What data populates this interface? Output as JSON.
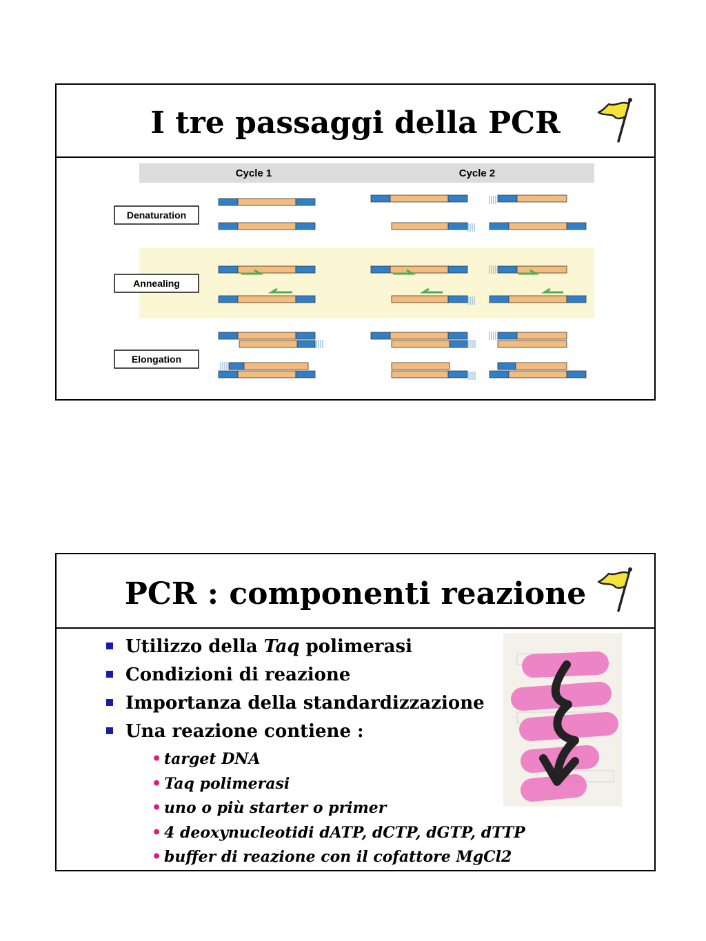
{
  "slide1": {
    "title": "I tre passaggi della PCR",
    "diagram": {
      "cycle1_label": "Cycle 1",
      "cycle2_label": "Cycle 2",
      "steps": [
        "Denaturation",
        "Annealing",
        "Elongation"
      ],
      "colors": {
        "primer_region": "#2f80c8",
        "template": "#f3bb7c",
        "primer": "#4caf50",
        "annealing_band": "#fbf6d3",
        "header_band": "#dcdcdc"
      }
    },
    "icons": [
      "flag-icon"
    ]
  },
  "slide2": {
    "title": "PCR : componenti reazione",
    "bullets": [
      {
        "before": "Utilizzo della ",
        "italic": "Taq",
        "after": " polimerasi"
      },
      {
        "before": "Condizioni di reazione",
        "italic": "",
        "after": ""
      },
      {
        "before": "Importanza della standardizzazione",
        "italic": "",
        "after": ""
      },
      {
        "before": "Una reazione contiene :",
        "italic": "",
        "after": ""
      }
    ],
    "subitems": [
      "target DNA",
      "Taq polimerasi",
      "uno o più starter o primer",
      "4 deoxynucleotidi dATP, dCTP, dGTP, dTTP",
      "buffer di reazione con il cofattore MgCl2"
    ],
    "colors": {
      "bullet_square": "#1a1aa8",
      "sub_dot": "#e0187a",
      "highlight": "#ec7fc4"
    },
    "icons": [
      "flag-icon",
      "squiggle-arrow-icon"
    ]
  }
}
